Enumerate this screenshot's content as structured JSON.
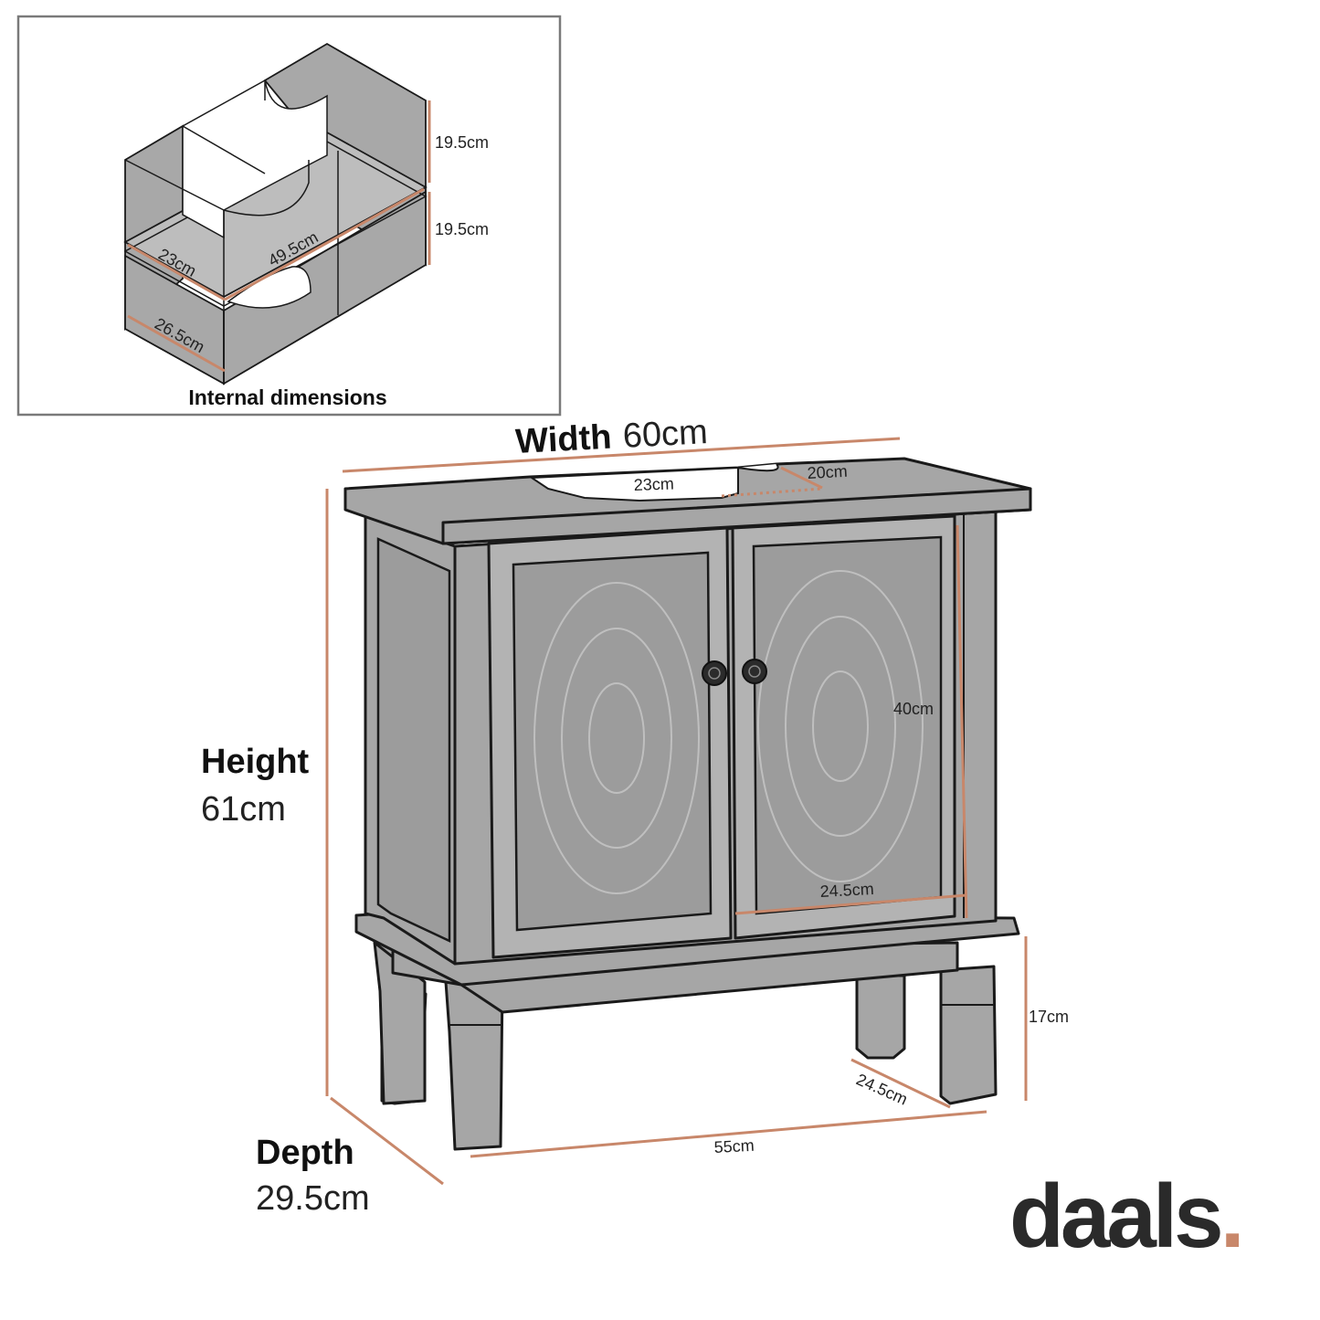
{
  "inset": {
    "caption": "Internal dimensions",
    "labels": {
      "top_height": "19.5cm",
      "bottom_height": "19.5cm",
      "shelf_depth": "23cm",
      "shelf_width": "49.5cm",
      "base_depth": "26.5cm"
    }
  },
  "dimensions": {
    "width_label": "Width",
    "width_value": "60cm",
    "height_label": "Height",
    "height_value": "61cm",
    "depth_label": "Depth",
    "depth_value": "29.5cm",
    "cutout_width": "23cm",
    "cutout_depth": "20cm",
    "door_height": "40cm",
    "door_width": "24.5cm",
    "leg_height": "17cm",
    "leg_depth": "24.5cm",
    "base_width": "55cm"
  },
  "brand": {
    "name": "daals",
    "dot": ".",
    "accent_color": "#c8876a"
  },
  "colors": {
    "accent": "#c8876a",
    "body": "#a6a6a6",
    "outline": "#1a1a1a"
  }
}
